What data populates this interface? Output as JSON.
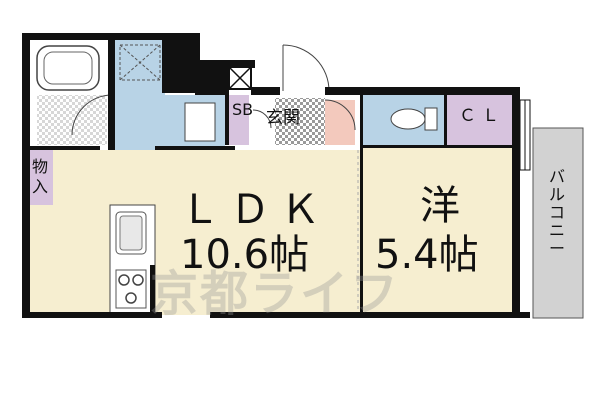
{
  "rooms": {
    "ldk": {
      "name": "ＬＤＫ",
      "size": "10.6帖",
      "color": "#f6eed0"
    },
    "western": {
      "name": "洋",
      "size": "5.4帖",
      "color": "#f6eed0"
    },
    "wet_area_color": "#b8d3e6",
    "storage_color": "#d7c3de",
    "entrance_color": "#f3c9bd"
  },
  "labels": {
    "shoe_box": "SB",
    "entrance": "玄関",
    "closet": "ＣＬ",
    "storage": "物入",
    "balcony": "バルコニー"
  },
  "watermark": "京都ライフ",
  "wall_color": "#111111"
}
